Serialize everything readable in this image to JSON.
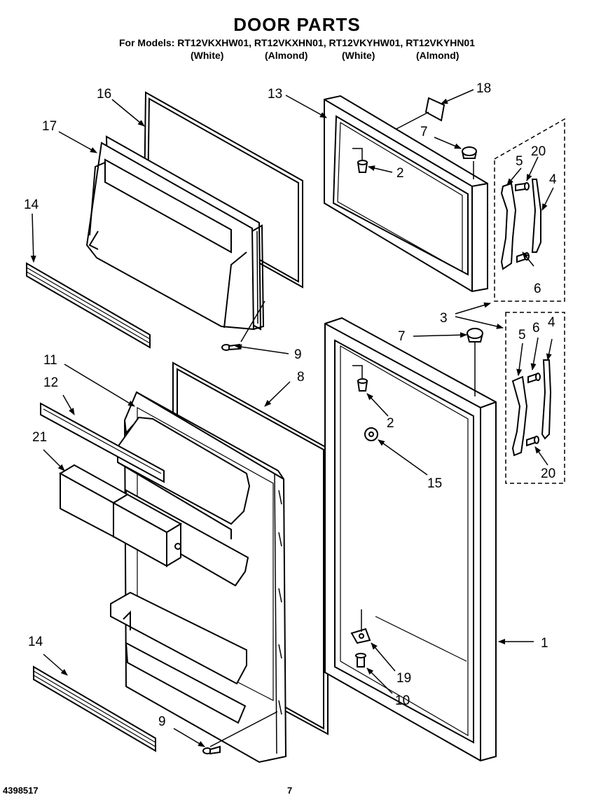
{
  "header": {
    "title": "DOOR PARTS",
    "models_line": "For Models: RT12VKXHW01, RT12VKXHN01, RT12VKYHW01, RT12VKYHN01",
    "colors": [
      "(White)",
      "(Almond)",
      "(White)",
      "(Almond)"
    ]
  },
  "callouts": {
    "c1": "1",
    "c2a": "2",
    "c2b": "2",
    "c3": "3",
    "c4a": "4",
    "c4b": "4",
    "c5a": "5",
    "c5b": "5",
    "c6a": "6",
    "c6b": "6",
    "c7a": "7",
    "c7b": "7",
    "c8": "8",
    "c9a": "9",
    "c9b": "9",
    "c10": "10",
    "c11": "11",
    "c12": "12",
    "c13": "13",
    "c14a": "14",
    "c14b": "14",
    "c15": "15",
    "c16": "16",
    "c17": "17",
    "c18": "18",
    "c19": "19",
    "c20a": "20",
    "c20b": "20",
    "c21": "21"
  },
  "footer": {
    "doc_number": "4398517",
    "page_number": "7"
  }
}
